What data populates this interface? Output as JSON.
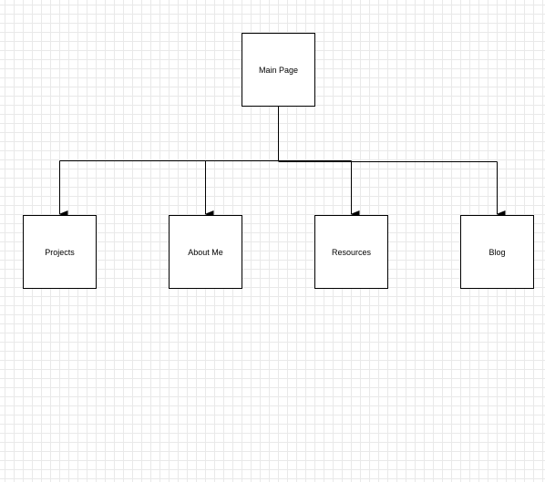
{
  "diagram": {
    "root": {
      "id": "main",
      "label": "Main Page"
    },
    "children": [
      {
        "id": "projects",
        "label": "Projects"
      },
      {
        "id": "about",
        "label": "About Me"
      },
      {
        "id": "resources",
        "label": "Resources"
      },
      {
        "id": "blog",
        "label": "Blog"
      }
    ],
    "edges": [
      {
        "from": "main",
        "to": "projects"
      },
      {
        "from": "main",
        "to": "about"
      },
      {
        "from": "main",
        "to": "resources"
      },
      {
        "from": "main",
        "to": "blog"
      }
    ]
  },
  "colors": {
    "stroke": "#000000",
    "grid": "#e9e9e9",
    "background": "#ffffff"
  }
}
